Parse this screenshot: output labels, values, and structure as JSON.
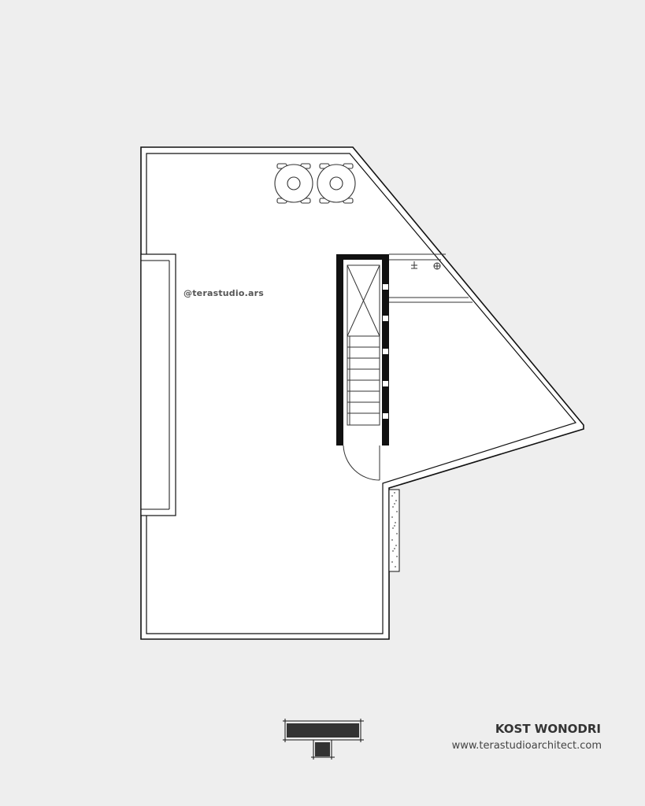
{
  "watermark": "@terastudio.ars",
  "title_block": {
    "project": "KOST WONODRI",
    "website": "www.terastudioarchitect.com"
  },
  "icons": {
    "table_set": "dining-table-chairs-icon",
    "stair": "staircase-icon",
    "door": "swing-door-icon",
    "lamp": "ceiling-lamp-icon",
    "switch": "switch-icon",
    "planter": "planter-strip-icon",
    "logo": "studio-logo-icon"
  },
  "colors": {
    "background": "#eeeeee",
    "floor": "#ffffff",
    "wall": "#111111",
    "accent": "#333333"
  }
}
